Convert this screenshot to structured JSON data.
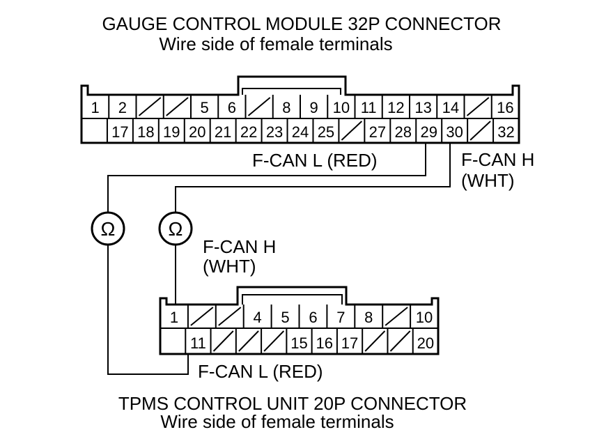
{
  "top_connector": {
    "title": "GAUGE CONTROL MODULE 32P CONNECTOR",
    "subtitle": "Wire side of female terminals",
    "row1": [
      "1",
      "2",
      "",
      "",
      "5",
      "6",
      "",
      "8",
      "9",
      "10",
      "11",
      "12",
      "13",
      "14",
      "",
      "16"
    ],
    "row2": [
      "",
      "17",
      "18",
      "19",
      "20",
      "21",
      "22",
      "23",
      "24",
      "25",
      "",
      "27",
      "28",
      "29",
      "30",
      "",
      "32"
    ]
  },
  "bottom_connector": {
    "title": "TPMS CONTROL UNIT 20P CONNECTOR",
    "subtitle": "Wire side of female terminals",
    "row1": [
      "1",
      "",
      "",
      "4",
      "5",
      "6",
      "7",
      "8",
      "",
      "10"
    ],
    "row2": [
      "",
      "11",
      "",
      "",
      "",
      "15",
      "16",
      "17",
      "",
      "",
      "20"
    ]
  },
  "wire_labels": {
    "top_fcan_l": "F-CAN L (RED)",
    "top_fcan_h_1": "F-CAN H",
    "top_fcan_h_2": "(WHT)",
    "mid_fcan_h_1": "F-CAN H",
    "mid_fcan_h_2": "(WHT)",
    "bottom_fcan_l": "F-CAN L (RED)"
  },
  "meters": [
    {
      "symbol": "Ω"
    },
    {
      "symbol": "Ω"
    }
  ]
}
